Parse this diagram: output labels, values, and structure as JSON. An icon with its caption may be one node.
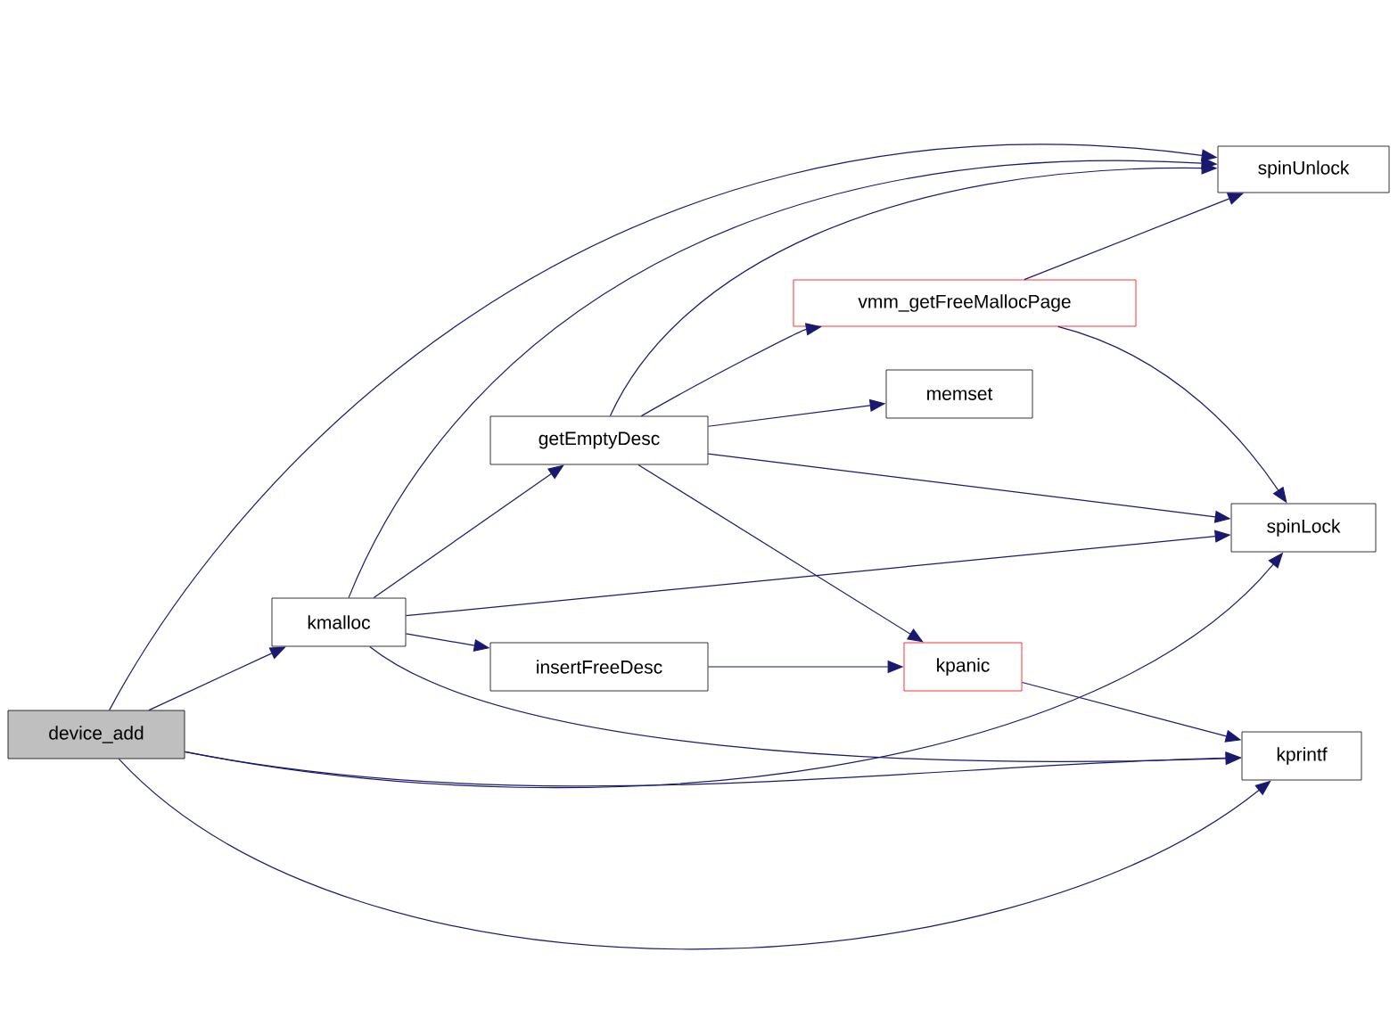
{
  "diagram": {
    "nodes": [
      {
        "text": [
          "device_add"
        ]
      },
      {
        "text": [
          "kmalloc"
        ]
      },
      {
        "text": [
          "getEmptyDesc"
        ]
      },
      {
        "text": [
          "insertFreeDesc"
        ]
      },
      {
        "text": [
          "vmm_getFreeMallocPage"
        ]
      },
      {
        "text": [
          "memset"
        ]
      },
      {
        "text": [
          "kpanic"
        ]
      },
      {
        "text": [
          "spinUnlock"
        ]
      },
      {
        "text": [
          "spinLock"
        ]
      },
      {
        "text": [
          "kprintf"
        ]
      }
    ],
    "edges": [
      {
        "from": 0,
        "to": 7,
        "arrow": "to"
      },
      {
        "from": 0,
        "to": 1,
        "arrow": "to"
      },
      {
        "from": 0,
        "to": 8,
        "arrow": "to"
      },
      {
        "from": 0,
        "to": 9,
        "arrow": "to"
      },
      {
        "from": 0,
        "to": 9,
        "arrow": "to"
      },
      {
        "from": 1,
        "to": 7,
        "arrow": "to"
      },
      {
        "from": 1,
        "to": 2,
        "arrow": "to"
      },
      {
        "from": 1,
        "to": 3,
        "arrow": "to"
      },
      {
        "from": 1,
        "to": 8,
        "arrow": "to"
      },
      {
        "from": 1,
        "to": 9,
        "arrow": "to"
      },
      {
        "from": 2,
        "to": 7,
        "arrow": "to"
      },
      {
        "from": 2,
        "to": 4,
        "arrow": "to"
      },
      {
        "from": 2,
        "to": 5,
        "arrow": "to"
      },
      {
        "from": 2,
        "to": 8,
        "arrow": "to"
      },
      {
        "from": 2,
        "to": 6,
        "arrow": "to"
      },
      {
        "from": 3,
        "to": 6,
        "arrow": "to"
      },
      {
        "from": 4,
        "to": 7,
        "arrow": "to"
      },
      {
        "from": 4,
        "to": 8,
        "arrow": "to"
      },
      {
        "from": 6,
        "to": 9,
        "arrow": "to"
      }
    ]
  }
}
